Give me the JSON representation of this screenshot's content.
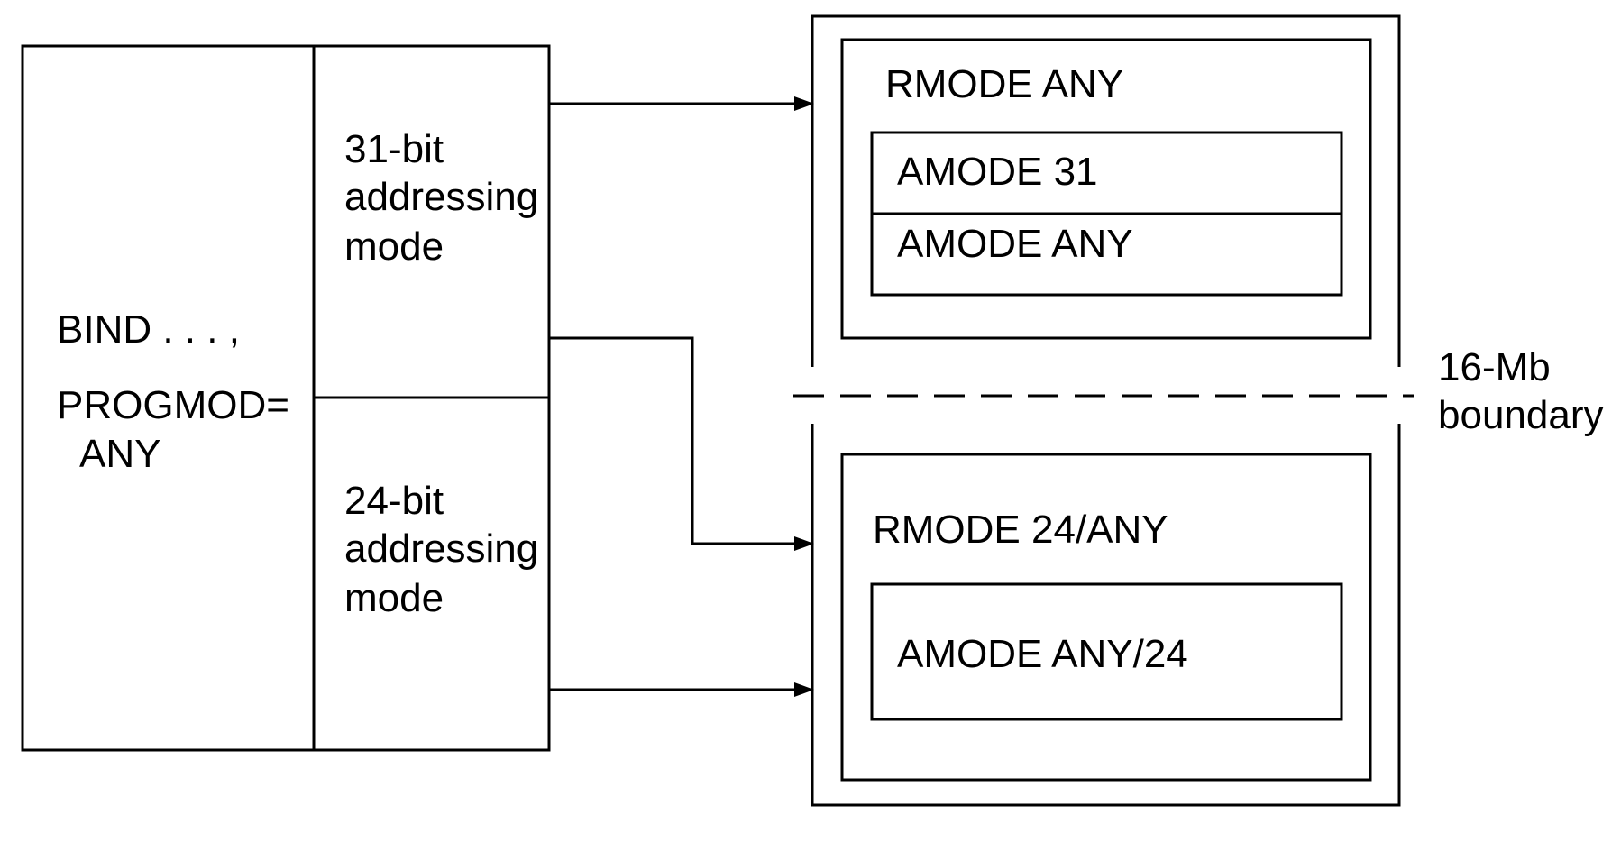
{
  "left_block": {
    "bind_line": "BIND . . . ,",
    "progmod_line1": "PROGMOD=",
    "progmod_line2": "ANY",
    "mode31": [
      "31-bit",
      "addressing",
      "mode"
    ],
    "mode24": [
      "24-bit",
      "addressing",
      "mode"
    ]
  },
  "upper_region": {
    "rmode_label": "RMODE ANY",
    "amode_rows": [
      "AMODE 31",
      "AMODE ANY"
    ]
  },
  "lower_region": {
    "rmode_label": "RMODE 24/ANY",
    "amode_rows": [
      "AMODE ANY/24"
    ]
  },
  "boundary": {
    "label_line1": "16-Mb",
    "label_line2": "boundary"
  },
  "colors": {
    "line": "#000000",
    "background": "#ffffff"
  }
}
